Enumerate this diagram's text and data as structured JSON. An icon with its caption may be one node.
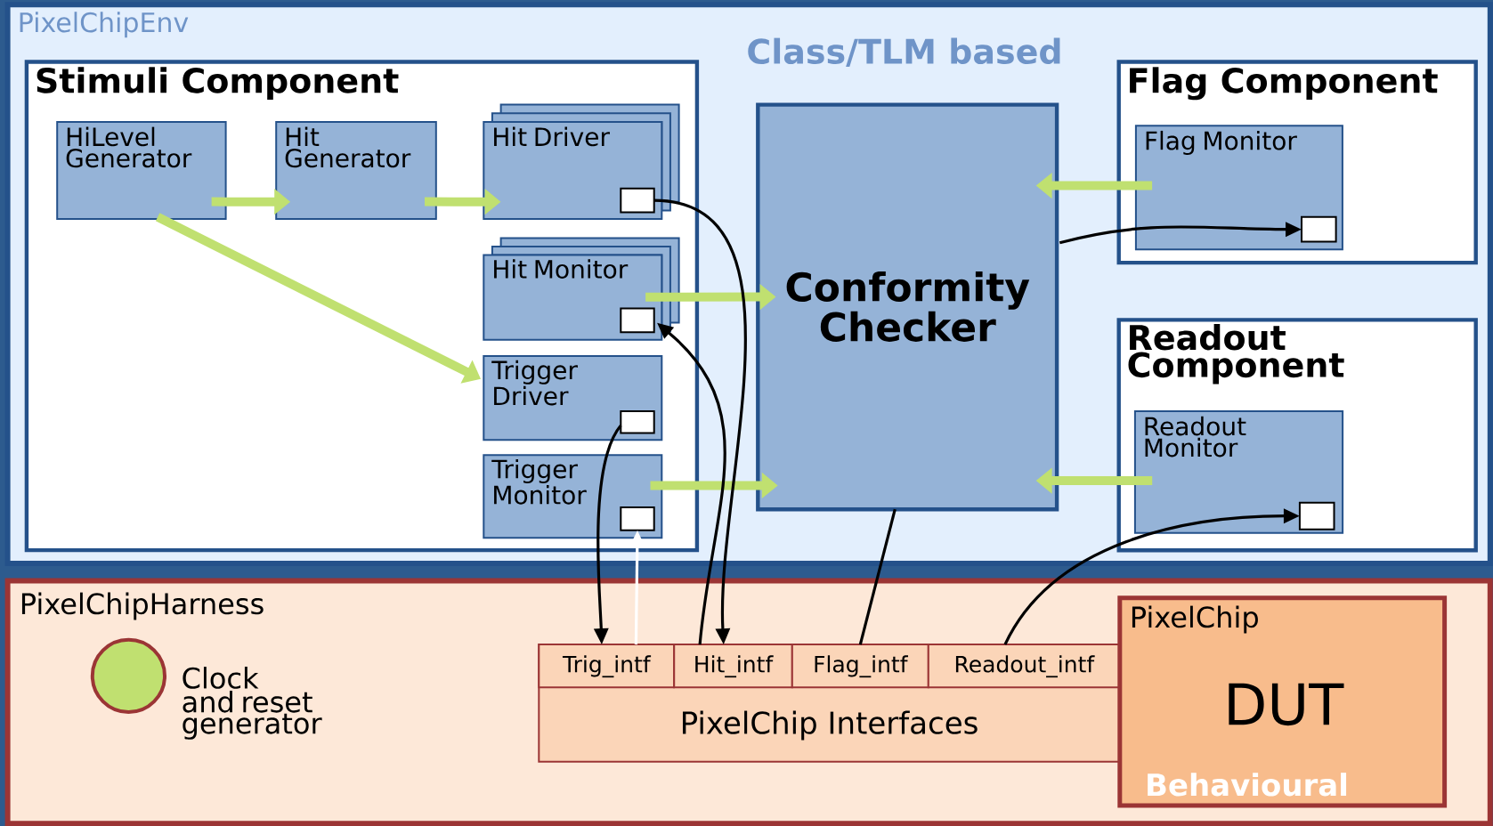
{
  "diagram": {
    "nodes": [
      {
        "text": [
          "PixelChipEnv",
          "Class/TLM based"
        ]
      },
      {
        "text": [
          "Stimuli Component"
        ],
        "in": 0
      },
      {
        "text": [
          "HiLevel Generator"
        ],
        "in": 1
      },
      {
        "text": [
          "Hit Generator"
        ],
        "in": 1
      },
      {
        "text": [
          "Hit Driver"
        ],
        "in": 1
      },
      {
        "text": [],
        "shape": "box",
        "in": 4
      },
      {
        "text": [
          "Hit Monitor"
        ],
        "in": 1
      },
      {
        "text": [],
        "shape": "box",
        "in": 6
      },
      {
        "text": [
          "Trigger Driver"
        ],
        "in": 1
      },
      {
        "text": [],
        "shape": "box",
        "in": 8
      },
      {
        "text": [
          "Trigger Monitor"
        ],
        "in": 1
      },
      {
        "text": [],
        "shape": "box",
        "in": 10
      },
      {
        "text": [
          "Conformity Checker"
        ],
        "in": 0
      },
      {
        "text": [
          "Flag Component"
        ],
        "in": 0
      },
      {
        "text": [
          "Flag Monitor"
        ],
        "in": 13
      },
      {
        "text": [],
        "shape": "box",
        "in": 14
      },
      {
        "text": [
          "Readout Component"
        ],
        "in": 0
      },
      {
        "text": [
          "Readout Monitor"
        ],
        "in": 16
      },
      {
        "text": [],
        "shape": "box",
        "in": 17
      },
      {
        "text": [
          "PixelChipHarness"
        ]
      },
      {
        "text": [],
        "shape": "circle",
        "in": 19,
        "beside": [
          "Clock and reset generator"
        ]
      },
      {
        "text": [
          "PixelChip Interfaces"
        ],
        "in": 19
      },
      {
        "text": [
          "Trig_intf"
        ],
        "in": 21
      },
      {
        "text": [
          "Hit_intf"
        ],
        "in": 21
      },
      {
        "text": [
          "Flag_intf"
        ],
        "in": 21
      },
      {
        "text": [
          "Readout_intf"
        ],
        "in": 21
      },
      {
        "text": [
          "PixelChip",
          "DUT",
          "Behavioural"
        ],
        "in": 19
      }
    ],
    "edges": [
      {
        "from": 2,
        "to": 3,
        "arrow": "to",
        "style": "thick",
        "color": "#c0e070"
      },
      {
        "from": 3,
        "to": 4,
        "arrow": "to",
        "style": "thick",
        "color": "#c0e070"
      },
      {
        "from": 2,
        "to": 8,
        "arrow": "to",
        "style": "thick",
        "color": "#c0e070"
      },
      {
        "from": 6,
        "to": 12,
        "arrow": "to",
        "style": "thick",
        "color": "#c0e070"
      },
      {
        "from": 10,
        "to": 12,
        "arrow": "to",
        "style": "thick",
        "color": "#c0e070"
      },
      {
        "from": 14,
        "to": 12,
        "arrow": "to",
        "style": "thick",
        "color": "#c0e070"
      },
      {
        "from": 17,
        "to": 12,
        "arrow": "to",
        "style": "thick",
        "color": "#c0e070"
      },
      {
        "from": 5,
        "to": 23,
        "arrow": "to",
        "color": "#000000"
      },
      {
        "from": 23,
        "to": 7,
        "arrow": "to",
        "color": "#000000"
      },
      {
        "from": 9,
        "to": 22,
        "arrow": "to",
        "color": "#000000"
      },
      {
        "from": 22,
        "to": 11,
        "arrow": "to",
        "color": "#ffffff"
      },
      {
        "from": 24,
        "to": 12,
        "arrow": "none",
        "color": "#000000"
      },
      {
        "from": 12,
        "to": 15,
        "arrow": "to",
        "color": "#000000"
      },
      {
        "from": 25,
        "to": 18,
        "arrow": "to",
        "color": "#000000"
      }
    ]
  }
}
